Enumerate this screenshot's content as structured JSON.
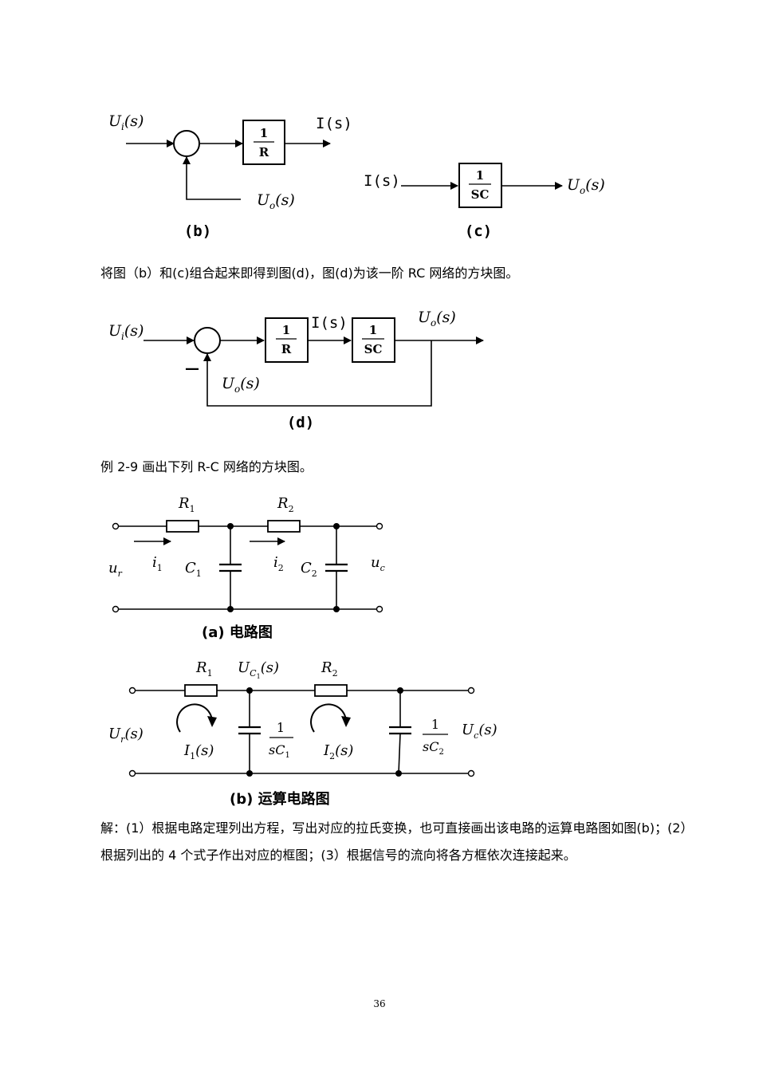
{
  "figure_b": {
    "input": "U_i(s)",
    "output": "I(s)",
    "block_num": "1",
    "block_den": "R",
    "feedback": "U_o(s)",
    "caption": "(b)"
  },
  "figure_c": {
    "input": "I(s)",
    "output": "U_o(s)",
    "block_num": "1",
    "block_den": "SC",
    "caption": "(c)"
  },
  "paragraph_1": "将图（b）和(c)组合起来即得到图(d)，图(d)为该一阶 RC 网络的方块图。",
  "figure_d": {
    "input": "U_i(s)",
    "block1_num": "1",
    "block1_den": "R",
    "mid_signal": "I(s)",
    "block2_num": "1",
    "block2_den": "SC",
    "output": "U_o(s)",
    "feedback": "U_o(s)",
    "minus_sign": "—",
    "caption": "(d)"
  },
  "example_title": "例 2-9  画出下列 R-C 网络的方块图。",
  "circuit_a": {
    "R1": "R1",
    "R2": "R2",
    "i1": "i1",
    "i2": "i2",
    "C1": "C1",
    "C2": "C2",
    "ur": "u_r",
    "uc": "u_c",
    "caption": "(a)  电路图"
  },
  "circuit_b": {
    "R1": "R1",
    "R2": "R2",
    "node_voltage": "U_C1(s)",
    "input": "U_r(s)",
    "output": "U_c(s)",
    "I1": "I1(s)",
    "I2": "I2(s)",
    "Z1_num": "1",
    "Z1_den": "sC1",
    "Z2_num": "1",
    "Z2_den": "sC2",
    "caption": "(b)  运算电路图"
  },
  "solution": "解：(1）根据电路定理列出方程，写出对应的拉氏变换，也可直接画出该电路的运算电路图如图(b)；(2）根据列出的 4 个式子作出对应的框图；(3）根据信号的流向将各方框依次连接起来。",
  "page_number": "36"
}
